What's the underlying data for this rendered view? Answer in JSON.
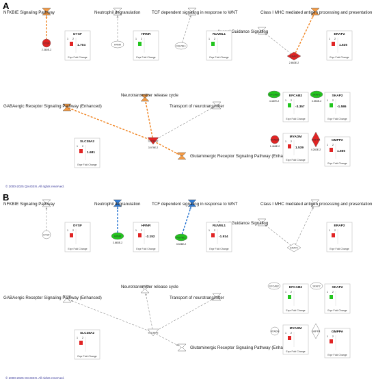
{
  "copyright": "© 2000-2025 QIAGEN. All rights reserved.",
  "expr_label": "Expr Fold Change",
  "colors": {
    "up": "#22c51e",
    "down": "#e02424",
    "activation_edge": "#f0821e",
    "inhibition_edge": "#1e6fd0",
    "neutral_edge": "#8a8a8a",
    "orange_node": "#f59a42",
    "blue_node": "#2e7bd6",
    "white_node": "#ffffff"
  },
  "panels": [
    {
      "label": "A",
      "pathways": {
        "nfkb": "NFKBIE Signaling Pathway",
        "neut": "Neutrophil degranulation",
        "tcf": "TCF dependent signaling in response to WNT",
        "mhc": "Class I MHC mediated antigen processing and presentation",
        "axon": "Axonal Guidance Signaling",
        "ntrc": "Neurotransmitter release cycle",
        "gaba": "GABAergic Receptor Signaling Pathway (Enhanced)",
        "trans": "Transport of neurotransmitter",
        "glut": "Glutaminergic Receptor Signaling Pathway (Enhanced)"
      },
      "pathway_shading": {
        "nfkb": "orange",
        "neut": "white",
        "tcf": "white",
        "mhc": "orange",
        "axon": "white",
        "ntrc": "orange",
        "gaba": "orange",
        "trans": "white",
        "glut": "orange"
      },
      "genes": {
        "dysf": {
          "name": "DYSF",
          "color": "red",
          "pval": "2.360E-2"
        },
        "hrnr": {
          "name": "HRNR",
          "color": "white",
          "pval": ""
        },
        "ruvbl1": {
          "name": "RUVBL1",
          "color": "white",
          "pval": ""
        },
        "erap2": {
          "name": "ERAP2",
          "color": "red",
          "pval": "2.863E-2"
        },
        "slc38a2": {
          "name": "SLC38A2",
          "color": "red",
          "pval": "3.979E-2"
        },
        "efcab2": {
          "name": "EFCAB2",
          "color": "green",
          "pval": "4.487E-2"
        },
        "skap2": {
          "name": "SKAP2",
          "color": "green",
          "pval": "3.553E-2"
        },
        "myadm": {
          "name": "MYADM",
          "color": "red",
          "pval": "1.468E-2"
        },
        "gmppa": {
          "name": "GMPPA",
          "color": "red",
          "pval": "4.283E-2"
        }
      },
      "fold_cards": [
        {
          "key": "dysf",
          "title": "DYSF",
          "fc": "1.704",
          "bar": "red"
        },
        {
          "key": "hrnr",
          "title": "HRNR",
          "fc": "",
          "bar": "green"
        },
        {
          "key": "ruvbl1",
          "title": "RUVBL1",
          "fc": "",
          "bar": "green"
        },
        {
          "key": "erap2",
          "title": "ERAP2",
          "fc": "1.635",
          "bar": "red"
        },
        {
          "key": "slc38a2",
          "title": "SLC38A2",
          "fc": "1.681",
          "bar": "red"
        },
        {
          "key": "efcab2",
          "title": "EFCAB2",
          "fc": "-3.357",
          "bar": "green"
        },
        {
          "key": "skap2",
          "title": "SKAP2",
          "fc": "-1.586",
          "bar": "green"
        },
        {
          "key": "myadm",
          "title": "MYADM",
          "fc": "1.539",
          "bar": "red"
        },
        {
          "key": "gmppa",
          "title": "GMPPA",
          "fc": "1.665",
          "bar": "red"
        }
      ]
    },
    {
      "label": "B",
      "pathways": {
        "nfkb": "NFKBIE Signaling Pathway",
        "neut": "Neutrophil degranulation",
        "tcf": "TCF dependent signaling in response to WNT",
        "mhc": "Class I MHC mediated antigen processing and presentation",
        "axon": "Axonal Guidance Signaling",
        "ntrc": "Neurotransmitter release cycle",
        "gaba": "GABAergic Receptor Signaling Pathway (Enhanced)",
        "trans": "Transport of neurotransmitter",
        "glut": "Glutaminergic Receptor Signaling Pathway (Enhanced)"
      },
      "pathway_shading": {
        "nfkb": "white",
        "neut": "blue",
        "tcf": "blue",
        "mhc": "white",
        "axon": "white",
        "ntrc": "white",
        "gaba": "white",
        "trans": "white",
        "glut": "white"
      },
      "genes": {
        "dysf": {
          "name": "DYSF",
          "color": "white",
          "pval": ""
        },
        "hrnr": {
          "name": "HRNR",
          "color": "green",
          "pval": "3.883E-2"
        },
        "ruvbl1": {
          "name": "RUVBL1",
          "color": "green",
          "pval": "3.526E-2"
        },
        "erap2": {
          "name": "ERAP2",
          "color": "white",
          "pval": ""
        },
        "slc38a2": {
          "name": "SLC38A2",
          "color": "white",
          "pval": ""
        },
        "efcab2": {
          "name": "EFCAB2",
          "color": "white",
          "pval": ""
        },
        "skap2": {
          "name": "SKAP2",
          "color": "white",
          "pval": ""
        },
        "myadm": {
          "name": "MYADM",
          "color": "white",
          "pval": ""
        },
        "gmppa": {
          "name": "GMPPA",
          "color": "white",
          "pval": ""
        }
      },
      "fold_cards": [
        {
          "key": "dysf",
          "title": "DYSF",
          "fc": "",
          "bar": "red"
        },
        {
          "key": "hrnr",
          "title": "HRNR",
          "fc": "-2.152",
          "bar": "red"
        },
        {
          "key": "ruvbl1",
          "title": "RUVBL1",
          "fc": "-1.914",
          "bar": "red"
        },
        {
          "key": "erap2",
          "title": "ERAP2",
          "fc": "",
          "bar": "red"
        },
        {
          "key": "slc38a2",
          "title": "SLC38A2",
          "fc": "",
          "bar": "red"
        },
        {
          "key": "efcab2",
          "title": "EFCAB2",
          "fc": "",
          "bar": "green"
        },
        {
          "key": "skap2",
          "title": "SKAP2",
          "fc": "",
          "bar": "green"
        },
        {
          "key": "myadm",
          "title": "MYADM",
          "fc": "",
          "bar": "red"
        },
        {
          "key": "gmppa",
          "title": "GMPPA",
          "fc": "",
          "bar": "red"
        }
      ]
    }
  ]
}
